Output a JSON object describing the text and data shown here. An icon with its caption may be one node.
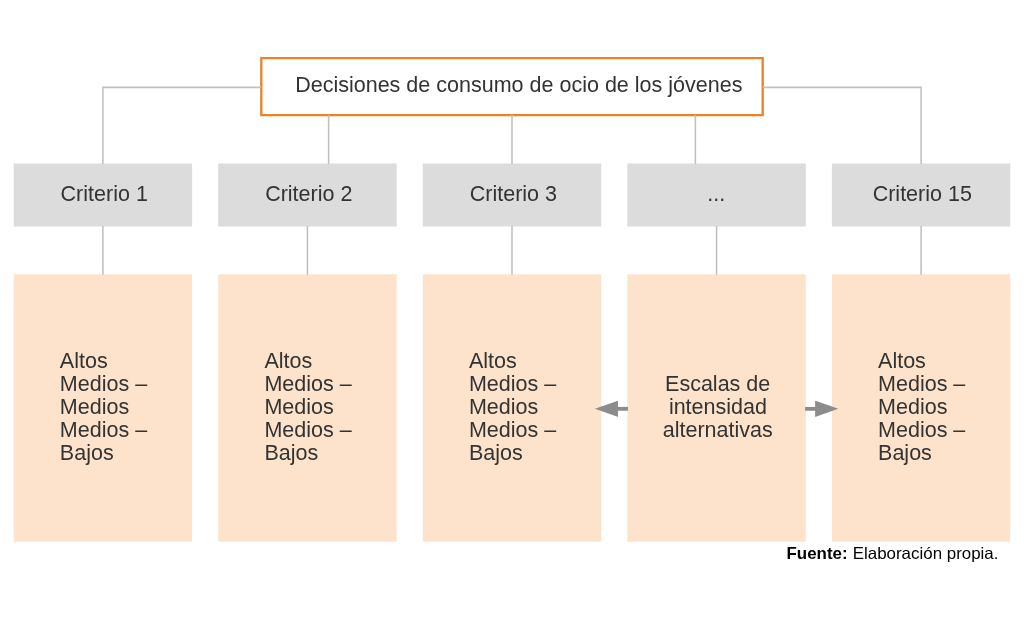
{
  "diagram": {
    "caption": "**Fuente:** Elaboración propia.",
    "nodes": [
      {
        "text": [
          "Decisiones de consumo de ocio de los jóvenes"
        ]
      },
      {
        "text": [
          "Criterio 1"
        ]
      },
      {
        "text": [
          "Criterio 2"
        ]
      },
      {
        "text": [
          "Criterio 3"
        ]
      },
      {
        "text": [
          "..."
        ]
      },
      {
        "text": [
          "Criterio 15"
        ]
      },
      {
        "text": [
          "Altos",
          "Medios –",
          "Medios",
          "Medios –",
          "Bajos"
        ]
      },
      {
        "text": [
          "Altos",
          "Medios –",
          "Medios",
          "Medios –",
          "Bajos"
        ]
      },
      {
        "text": [
          "Altos",
          "Medios –",
          "Medios",
          "Medios –",
          "Bajos"
        ]
      },
      {
        "text": [
          "Escalas de intensidad alternativas"
        ]
      },
      {
        "text": [
          "Altos",
          "Medios –",
          "Medios",
          "Medios –",
          "Bajos"
        ]
      }
    ],
    "edges": [
      {
        "from": 0,
        "to": 1,
        "arrow": "none"
      },
      {
        "from": 0,
        "to": 2,
        "arrow": "none"
      },
      {
        "from": 0,
        "to": 3,
        "arrow": "none"
      },
      {
        "from": 0,
        "to": 4,
        "arrow": "none"
      },
      {
        "from": 0,
        "to": 5,
        "arrow": "none"
      },
      {
        "from": 1,
        "to": 6,
        "arrow": "none"
      },
      {
        "from": 2,
        "to": 7,
        "arrow": "none"
      },
      {
        "from": 3,
        "to": 8,
        "arrow": "none"
      },
      {
        "from": 4,
        "to": 9,
        "arrow": "none"
      },
      {
        "from": 5,
        "to": 10,
        "arrow": "none"
      },
      {
        "from": 9,
        "to": 8,
        "arrow": "to",
        "style": "thick",
        "color": "#8c8c8c"
      },
      {
        "from": 9,
        "to": 10,
        "arrow": "to",
        "style": "thick",
        "color": "#8c8c8c"
      }
    ]
  }
}
